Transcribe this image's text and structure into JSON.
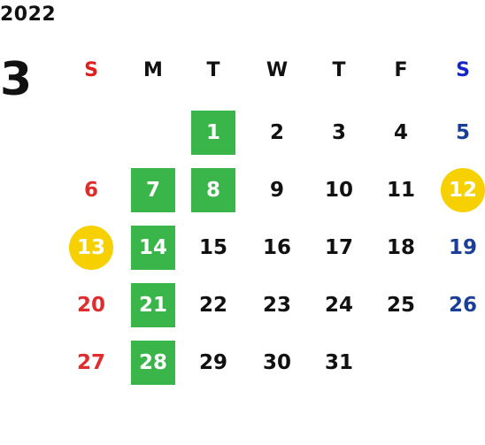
{
  "header": {
    "year": "2022",
    "month": "3"
  },
  "weekdays": [
    "S",
    "M",
    "T",
    "W",
    "T",
    "F",
    "S"
  ],
  "colors": {
    "sunday": "#e02c2c",
    "saturday": "#1b3f96",
    "green_highlight": "#3ab54a",
    "yellow_highlight": "#f7d000"
  },
  "weeks": [
    [
      {
        "day": "",
        "style": ""
      },
      {
        "day": "",
        "style": ""
      },
      {
        "day": "1",
        "style": "green"
      },
      {
        "day": "2",
        "style": ""
      },
      {
        "day": "3",
        "style": ""
      },
      {
        "day": "4",
        "style": ""
      },
      {
        "day": "5",
        "style": ""
      }
    ],
    [
      {
        "day": "6",
        "style": ""
      },
      {
        "day": "7",
        "style": "green"
      },
      {
        "day": "8",
        "style": "green"
      },
      {
        "day": "9",
        "style": ""
      },
      {
        "day": "10",
        "style": ""
      },
      {
        "day": "11",
        "style": ""
      },
      {
        "day": "12",
        "style": "yellow"
      }
    ],
    [
      {
        "day": "13",
        "style": "yellow"
      },
      {
        "day": "14",
        "style": "green"
      },
      {
        "day": "15",
        "style": ""
      },
      {
        "day": "16",
        "style": ""
      },
      {
        "day": "17",
        "style": ""
      },
      {
        "day": "18",
        "style": ""
      },
      {
        "day": "19",
        "style": ""
      }
    ],
    [
      {
        "day": "20",
        "style": ""
      },
      {
        "day": "21",
        "style": "green"
      },
      {
        "day": "22",
        "style": ""
      },
      {
        "day": "23",
        "style": ""
      },
      {
        "day": "24",
        "style": ""
      },
      {
        "day": "25",
        "style": ""
      },
      {
        "day": "26",
        "style": ""
      }
    ],
    [
      {
        "day": "27",
        "style": ""
      },
      {
        "day": "28",
        "style": "green"
      },
      {
        "day": "29",
        "style": ""
      },
      {
        "day": "30",
        "style": ""
      },
      {
        "day": "31",
        "style": ""
      },
      {
        "day": "",
        "style": ""
      },
      {
        "day": "",
        "style": ""
      }
    ]
  ]
}
